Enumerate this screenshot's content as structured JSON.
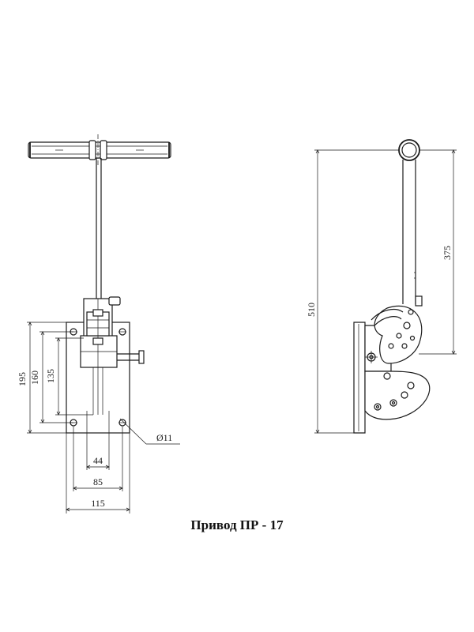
{
  "title": "Привод ПР - 17",
  "dimensions": {
    "overall_height_front": "195",
    "mount_height_outer": "160",
    "mount_height_inner": "135",
    "hole_spacing_inner": "44",
    "hole_spacing_outer": "85",
    "plate_width": "115",
    "hole_diameter": "Ø11",
    "overall_height_side": "510",
    "lever_length": "375"
  }
}
